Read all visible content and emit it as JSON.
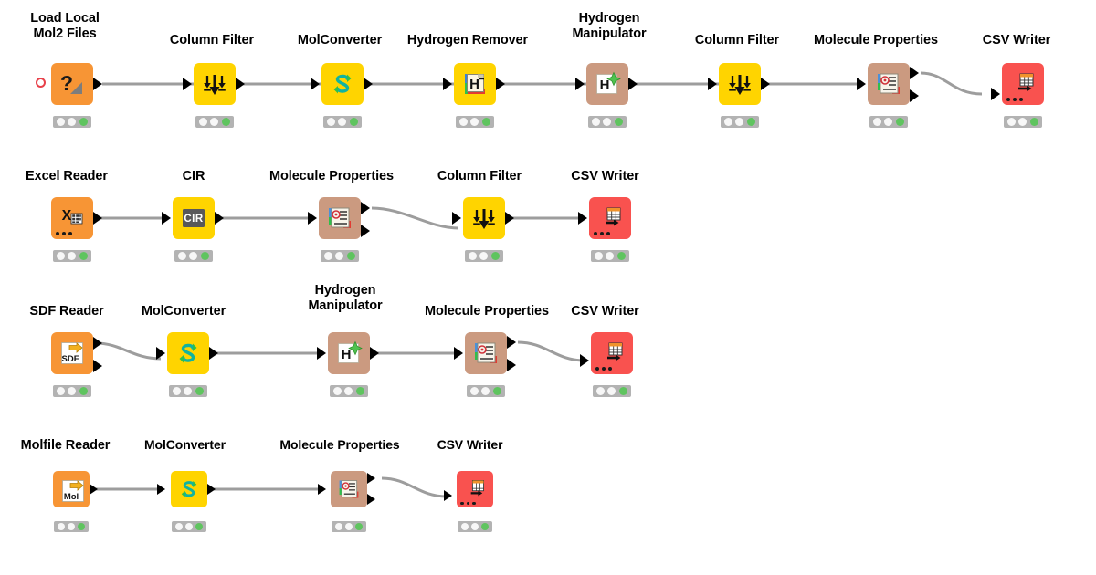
{
  "app": {
    "name": "KNIME Workflow Canvas",
    "background": "#ffffff"
  },
  "palette": {
    "source_orange": "#f79535",
    "manipulator_yellow": "#ffd400",
    "chem_tan": "#cb9a80",
    "writer_red": "#f9524f",
    "connection_gray": "#9d9d9d",
    "status_bar_gray": "#b3b3b3",
    "status_green": "#5fc45f",
    "status_idle": "#f7f7f7",
    "port_black": "#000000",
    "flow_variable_red": "#e8414a",
    "label_black": "#000000"
  },
  "status_legend": {
    "lights": [
      "idle",
      "idle",
      "executed"
    ],
    "executed_color": "#5fc45f"
  },
  "workflow": {
    "rows": [
      {
        "id": "row-1",
        "name": "mol2-pipeline",
        "nodes": [
          {
            "id": "n1",
            "label": "Load Local\nMol2 Files",
            "icon": "question-play-icon",
            "color": "source_orange",
            "in_ports": 0,
            "out_ports": 1,
            "flow_var_in": true,
            "dots": false,
            "status": "executed"
          },
          {
            "id": "n2",
            "label": "Column Filter",
            "icon": "column-filter-icon",
            "color": "manipulator_yellow",
            "in_ports": 1,
            "out_ports": 1,
            "flow_var_in": false,
            "dots": false,
            "status": "executed"
          },
          {
            "id": "n3",
            "label": "MolConverter",
            "icon": "molconverter-icon",
            "color": "manipulator_yellow",
            "in_ports": 1,
            "out_ports": 1,
            "flow_var_in": false,
            "dots": false,
            "status": "executed"
          },
          {
            "id": "n4",
            "label": "Hydrogen Remover",
            "icon": "hydrogen-remover-icon",
            "color": "manipulator_yellow",
            "in_ports": 1,
            "out_ports": 1,
            "flow_var_in": false,
            "dots": false,
            "status": "executed"
          },
          {
            "id": "n5",
            "label": "Hydrogen\nManipulator",
            "icon": "hydrogen-manipulator-icon",
            "color": "chem_tan",
            "in_ports": 1,
            "out_ports": 1,
            "flow_var_in": false,
            "dots": false,
            "status": "executed"
          },
          {
            "id": "n6",
            "label": "Column Filter",
            "icon": "column-filter-icon",
            "color": "manipulator_yellow",
            "in_ports": 1,
            "out_ports": 1,
            "flow_var_in": false,
            "dots": false,
            "status": "executed"
          },
          {
            "id": "n7",
            "label": "Molecule Properties",
            "icon": "molecule-properties-icon",
            "color": "chem_tan",
            "in_ports": 1,
            "out_ports": 2,
            "flow_var_in": false,
            "dots": false,
            "status": "executed"
          },
          {
            "id": "n8",
            "label": "CSV Writer",
            "icon": "csv-writer-icon",
            "color": "writer_red",
            "in_ports": 1,
            "out_ports": 0,
            "flow_var_in": false,
            "dots": true,
            "status": "executed"
          }
        ]
      },
      {
        "id": "row-2",
        "name": "excel-cir-pipeline",
        "nodes": [
          {
            "id": "n9",
            "label": "Excel Reader",
            "icon": "excel-reader-icon",
            "color": "source_orange",
            "in_ports": 0,
            "out_ports": 1,
            "flow_var_in": false,
            "dots": true,
            "status": "executed"
          },
          {
            "id": "n10",
            "label": "CIR",
            "icon": "cir-icon",
            "color": "manipulator_yellow",
            "in_ports": 1,
            "out_ports": 1,
            "flow_var_in": false,
            "dots": false,
            "status": "executed"
          },
          {
            "id": "n11",
            "label": "Molecule Properties",
            "icon": "molecule-properties-icon",
            "color": "chem_tan",
            "in_ports": 1,
            "out_ports": 2,
            "flow_var_in": false,
            "dots": false,
            "status": "executed"
          },
          {
            "id": "n12",
            "label": "Column Filter",
            "icon": "column-filter-icon",
            "color": "manipulator_yellow",
            "in_ports": 1,
            "out_ports": 1,
            "flow_var_in": false,
            "dots": false,
            "status": "executed"
          },
          {
            "id": "n13",
            "label": "CSV Writer",
            "icon": "csv-writer-icon",
            "color": "writer_red",
            "in_ports": 1,
            "out_ports": 0,
            "flow_var_in": false,
            "dots": true,
            "status": "executed"
          }
        ]
      },
      {
        "id": "row-3",
        "name": "sdf-pipeline",
        "nodes": [
          {
            "id": "n14",
            "label": "SDF Reader",
            "icon": "sdf-reader-icon",
            "color": "source_orange",
            "in_ports": 0,
            "out_ports": 2,
            "flow_var_in": false,
            "dots": false,
            "status": "executed"
          },
          {
            "id": "n15",
            "label": "MolConverter",
            "icon": "molconverter-icon",
            "color": "manipulator_yellow",
            "in_ports": 1,
            "out_ports": 1,
            "flow_var_in": false,
            "dots": false,
            "status": "executed"
          },
          {
            "id": "n16",
            "label": "Hydrogen\nManipulator",
            "icon": "hydrogen-manipulator-icon",
            "color": "chem_tan",
            "in_ports": 1,
            "out_ports": 1,
            "flow_var_in": false,
            "dots": false,
            "status": "executed"
          },
          {
            "id": "n17",
            "label": "Molecule Properties",
            "icon": "molecule-properties-icon",
            "color": "chem_tan",
            "in_ports": 1,
            "out_ports": 2,
            "flow_var_in": false,
            "dots": false,
            "status": "executed"
          },
          {
            "id": "n18",
            "label": "CSV Writer",
            "icon": "csv-writer-icon",
            "color": "writer_red",
            "in_ports": 1,
            "out_ports": 0,
            "flow_var_in": false,
            "dots": true,
            "status": "executed"
          }
        ]
      },
      {
        "id": "row-4",
        "name": "molfile-pipeline",
        "nodes": [
          {
            "id": "n19",
            "label": "Molfile Reader",
            "icon": "molfile-reader-icon",
            "color": "source_orange",
            "in_ports": 0,
            "out_ports": 1,
            "flow_var_in": false,
            "dots": false,
            "status": "executed"
          },
          {
            "id": "n20",
            "label": "MolConverter",
            "icon": "molconverter-icon",
            "color": "manipulator_yellow",
            "in_ports": 1,
            "out_ports": 1,
            "flow_var_in": false,
            "dots": false,
            "status": "executed"
          },
          {
            "id": "n21",
            "label": "Molecule Properties",
            "icon": "molecule-properties-icon",
            "color": "chem_tan",
            "in_ports": 1,
            "out_ports": 2,
            "flow_var_in": false,
            "dots": false,
            "status": "executed"
          },
          {
            "id": "n22",
            "label": "CSV Writer",
            "icon": "csv-writer-icon",
            "color": "writer_red",
            "in_ports": 1,
            "out_ports": 0,
            "flow_var_in": false,
            "dots": true,
            "status": "executed"
          }
        ]
      }
    ]
  },
  "icon_glyphs": {
    "cir": "CIR",
    "sdf": "SDF",
    "mol": "Mol",
    "hydrogen": "H",
    "excel": "X",
    "unknown": "?"
  }
}
